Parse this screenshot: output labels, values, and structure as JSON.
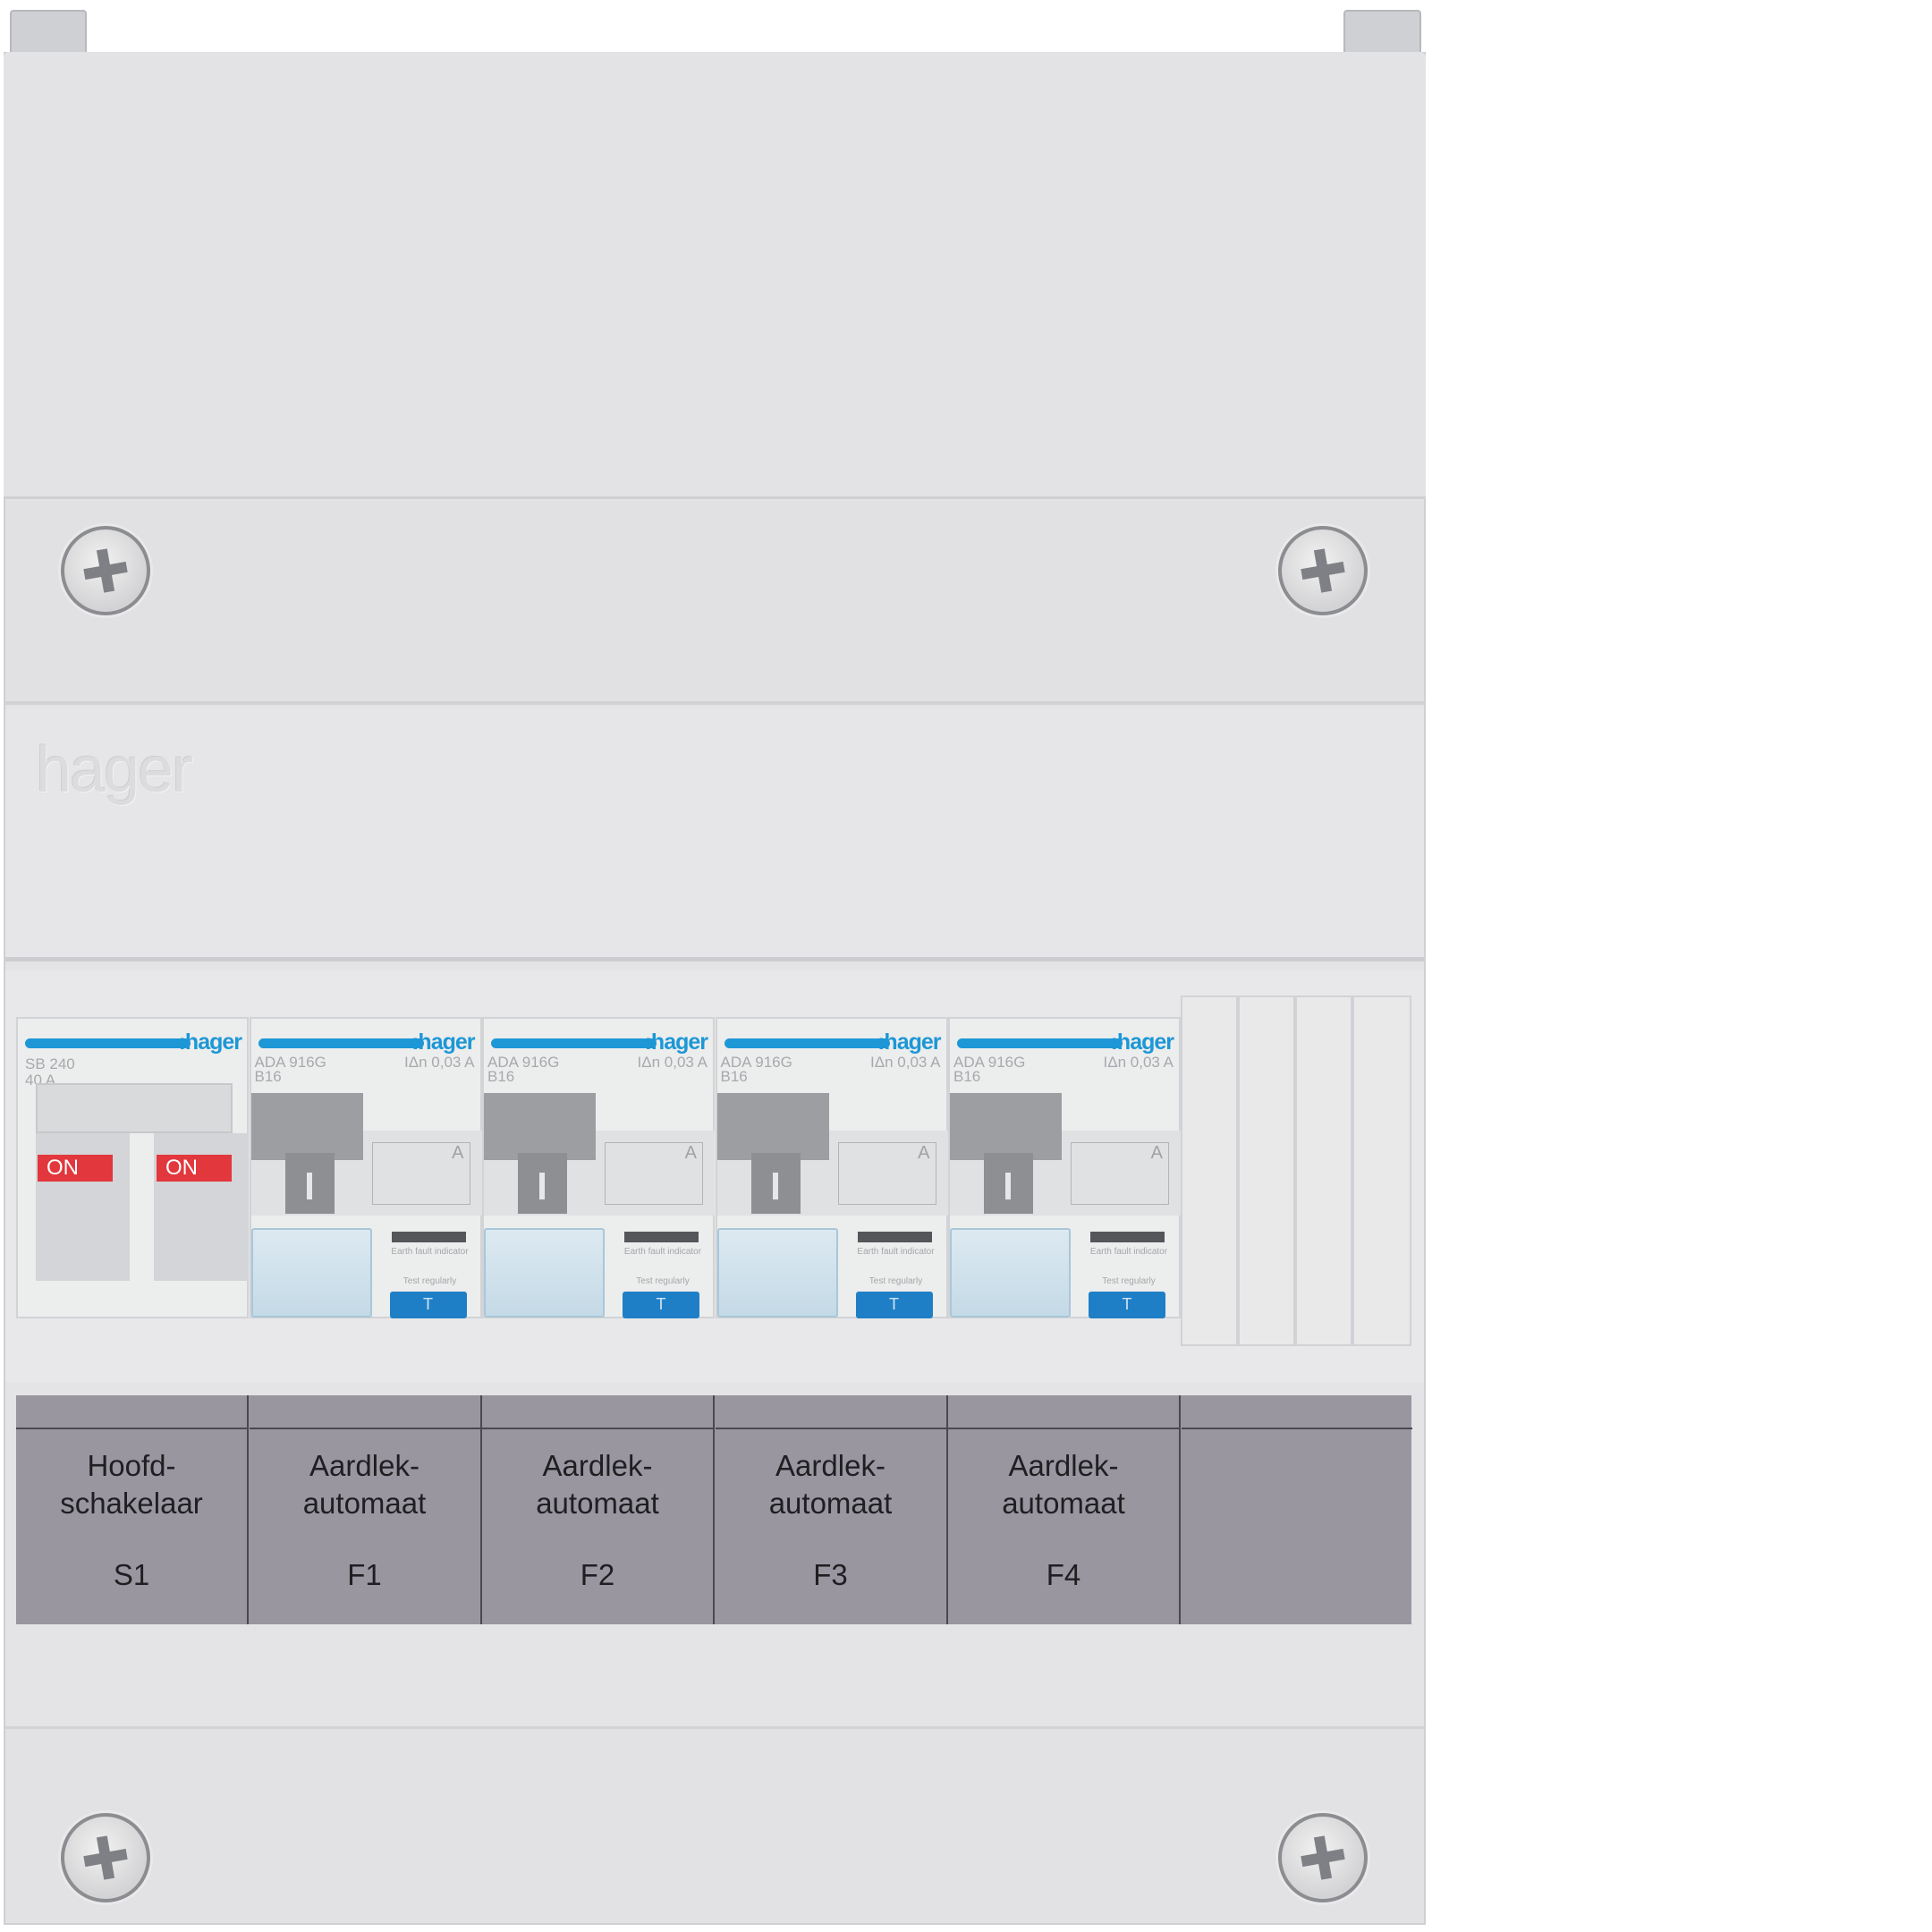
{
  "brand": "hager",
  "modules": [
    {
      "type": "main-switch",
      "brand": ":hager",
      "model": "SB 240",
      "rating": "40 A",
      "state_left": "ON",
      "state_right": "ON"
    },
    {
      "type": "rcbo",
      "brand": ":hager",
      "model": "ADA 916G",
      "curve": "B16",
      "sensitivity": "IΔn 0,03 A",
      "class": "A",
      "indicator_label": "Earth fault indicator",
      "test_label": "Test regularly",
      "test_button": "T"
    },
    {
      "type": "rcbo",
      "brand": ":hager",
      "model": "ADA 916G",
      "curve": "B16",
      "sensitivity": "IΔn 0,03 A",
      "class": "A",
      "indicator_label": "Earth fault indicator",
      "test_label": "Test regularly",
      "test_button": "T"
    },
    {
      "type": "rcbo",
      "brand": ":hager",
      "model": "ADA 916G",
      "curve": "B16",
      "sensitivity": "IΔn 0,03 A",
      "class": "A",
      "indicator_label": "Earth fault indicator",
      "test_label": "Test regularly",
      "test_button": "T"
    },
    {
      "type": "rcbo",
      "brand": ":hager",
      "model": "ADA 916G",
      "curve": "B16",
      "sensitivity": "IΔn 0,03 A",
      "class": "A",
      "indicator_label": "Earth fault indicator",
      "test_label": "Test regularly",
      "test_button": "T"
    }
  ],
  "labels": [
    {
      "line1": "Hoofd-",
      "line2": "schakelaar",
      "id": "S1"
    },
    {
      "line1": "Aardlek-",
      "line2": "automaat",
      "id": "F1"
    },
    {
      "line1": "Aardlek-",
      "line2": "automaat",
      "id": "F2"
    },
    {
      "line1": "Aardlek-",
      "line2": "automaat",
      "id": "F3"
    },
    {
      "line1": "Aardlek-",
      "line2": "automaat",
      "id": "F4"
    },
    {
      "line1": "",
      "line2": "",
      "id": ""
    }
  ]
}
